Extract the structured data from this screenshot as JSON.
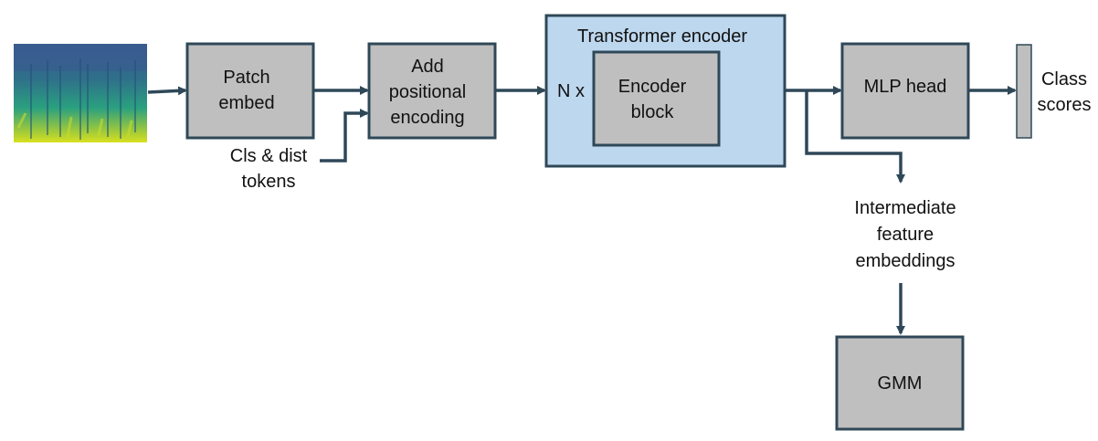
{
  "blocks": {
    "patch_embed": {
      "line1": "Patch",
      "line2": "embed"
    },
    "add_positional": {
      "line1": "Add",
      "line2": "positional",
      "line3": "encoding"
    },
    "transformer_encoder": {
      "title": "Transformer encoder",
      "repeat": "N x"
    },
    "encoder_block": {
      "line1": "Encoder",
      "line2": "block"
    },
    "mlp_head": {
      "label": "MLP head"
    },
    "gmm": {
      "label": "GMM"
    }
  },
  "labels": {
    "cls_tokens": {
      "line1": "Cls & dist",
      "line2": "tokens"
    },
    "class_scores": {
      "line1": "Class",
      "line2": "scores"
    },
    "intermediate": {
      "line1": "Intermediate",
      "line2": "feature",
      "line3": "embeddings"
    }
  },
  "colors": {
    "block_fill": "#bfbfbf",
    "block_stroke": "#2f4858",
    "transformer_fill": "#bdd7ee",
    "arrow": "#2f4858"
  }
}
